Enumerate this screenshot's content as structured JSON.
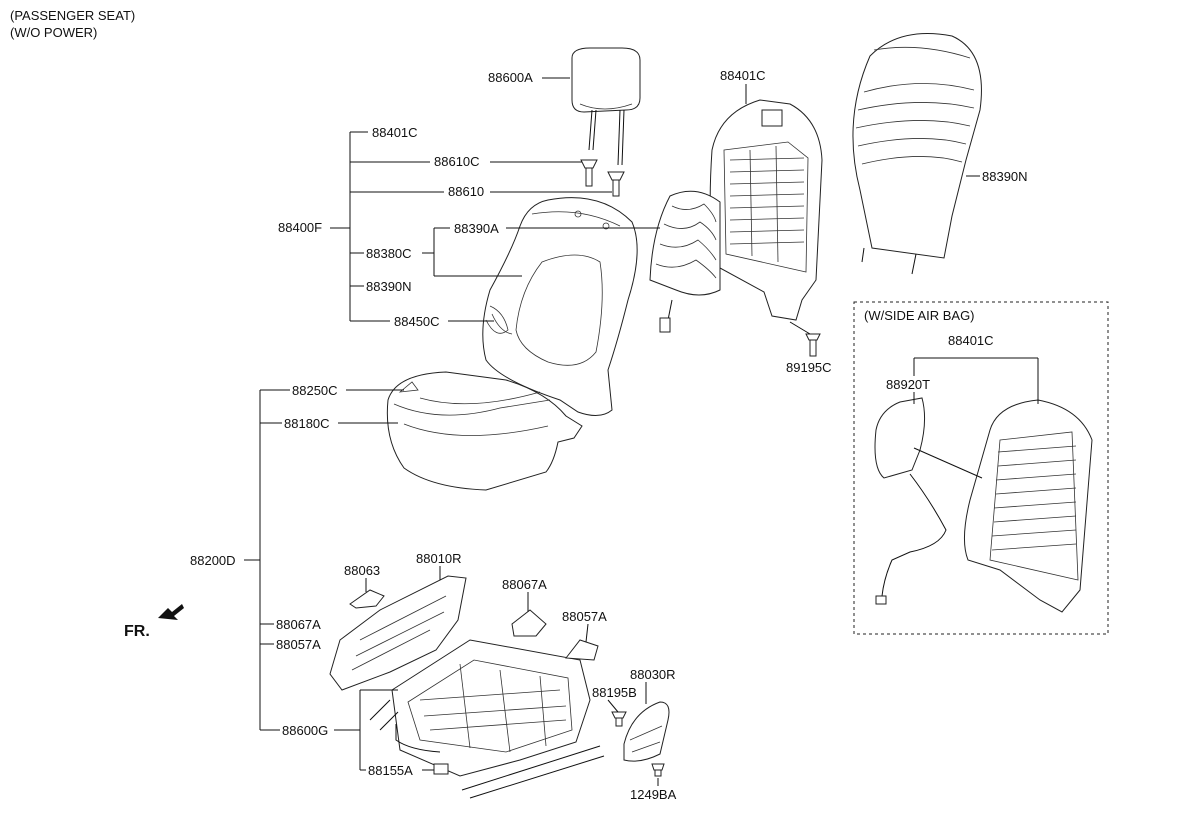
{
  "header": {
    "line1": "(PASSENGER SEAT)",
    "line2": "(W/O POWER)"
  },
  "inset": {
    "title": "(W/SIDE AIR BAG)"
  },
  "front_marker": "FR.",
  "labels": {
    "p88600A": "88600A",
    "p88401C_top": "88401C",
    "p88401C_tree": "88401C",
    "p88610C": "88610C",
    "p88610": "88610",
    "p88400F": "88400F",
    "p88390A": "88390A",
    "p88380C": "88380C",
    "p88390N_tree": "88390N",
    "p88450C": "88450C",
    "p88390N_right": "88390N",
    "p89195C": "89195C",
    "p88250C": "88250C",
    "p88180C": "88180C",
    "p88200D": "88200D",
    "p88063": "88063",
    "p88010R": "88010R",
    "p88067A_mid": "88067A",
    "p88057A_mid": "88057A",
    "p88067A_left": "88067A",
    "p88057A_left": "88057A",
    "p88030R": "88030R",
    "p88195B": "88195B",
    "p88600G": "88600G",
    "p88155A": "88155A",
    "p1249BA": "1249BA",
    "p88401C_inset": "88401C",
    "p88920T": "88920T"
  }
}
